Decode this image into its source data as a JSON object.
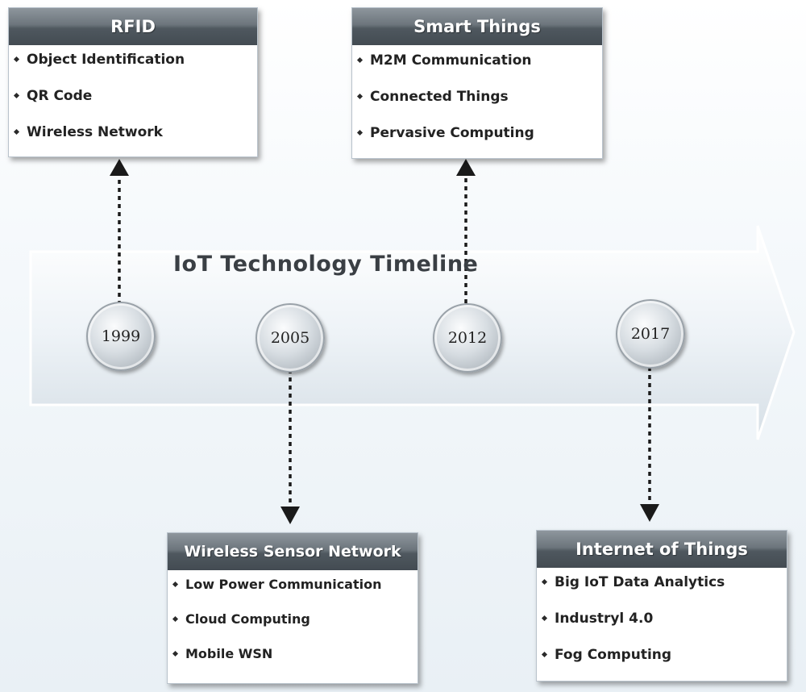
{
  "timeline": {
    "title": "IoT Technology Timeline",
    "years": [
      "1999",
      "2005",
      "2012",
      "2017"
    ]
  },
  "boxes": {
    "rfid": {
      "title": "RFID",
      "items": [
        "Object Identification",
        "QR Code",
        "Wireless Network"
      ]
    },
    "smart_things": {
      "title": "Smart Things",
      "items": [
        "M2M Communication",
        "Connected Things",
        "Pervasive Computing"
      ]
    },
    "wsn": {
      "title": "Wireless Sensor Network",
      "items": [
        "Low Power Communication",
        "Cloud Computing",
        "Mobile WSN"
      ]
    },
    "iot": {
      "title": "Internet of Things",
      "items": [
        "Big IoT Data Analytics",
        "Industryl 4.0",
        "Fog Computing"
      ]
    }
  },
  "colors": {
    "header_dark": "#434b52",
    "header_light": "#8e969d",
    "arrow_band": "#dfe8ef",
    "connector": "#1a1a1a"
  }
}
